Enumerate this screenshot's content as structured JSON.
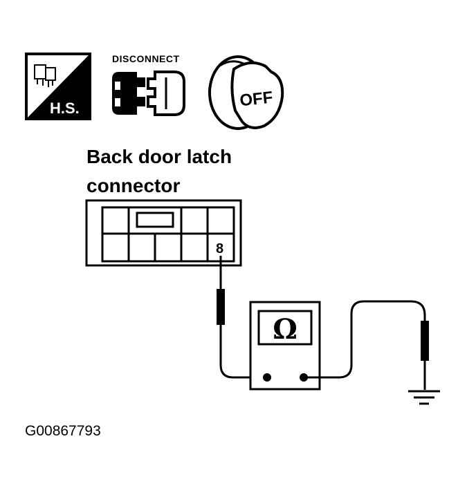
{
  "icons": {
    "harness_side": {
      "label": "H.S.",
      "icon": "harness-connector-icon"
    },
    "disconnect": {
      "label": "DISCONNECT",
      "icon": "disconnect-connector-icon"
    },
    "ignition": {
      "label": "OFF",
      "icon": "ignition-key-off-icon"
    }
  },
  "connector": {
    "title_line1": "Back door latch",
    "title_line2": "connector",
    "pin_label": "8"
  },
  "meter": {
    "symbol": "Ω",
    "icon": "ohmmeter-icon"
  },
  "ground": {
    "icon": "ground-symbol-icon"
  },
  "figure_id": "G00867793"
}
